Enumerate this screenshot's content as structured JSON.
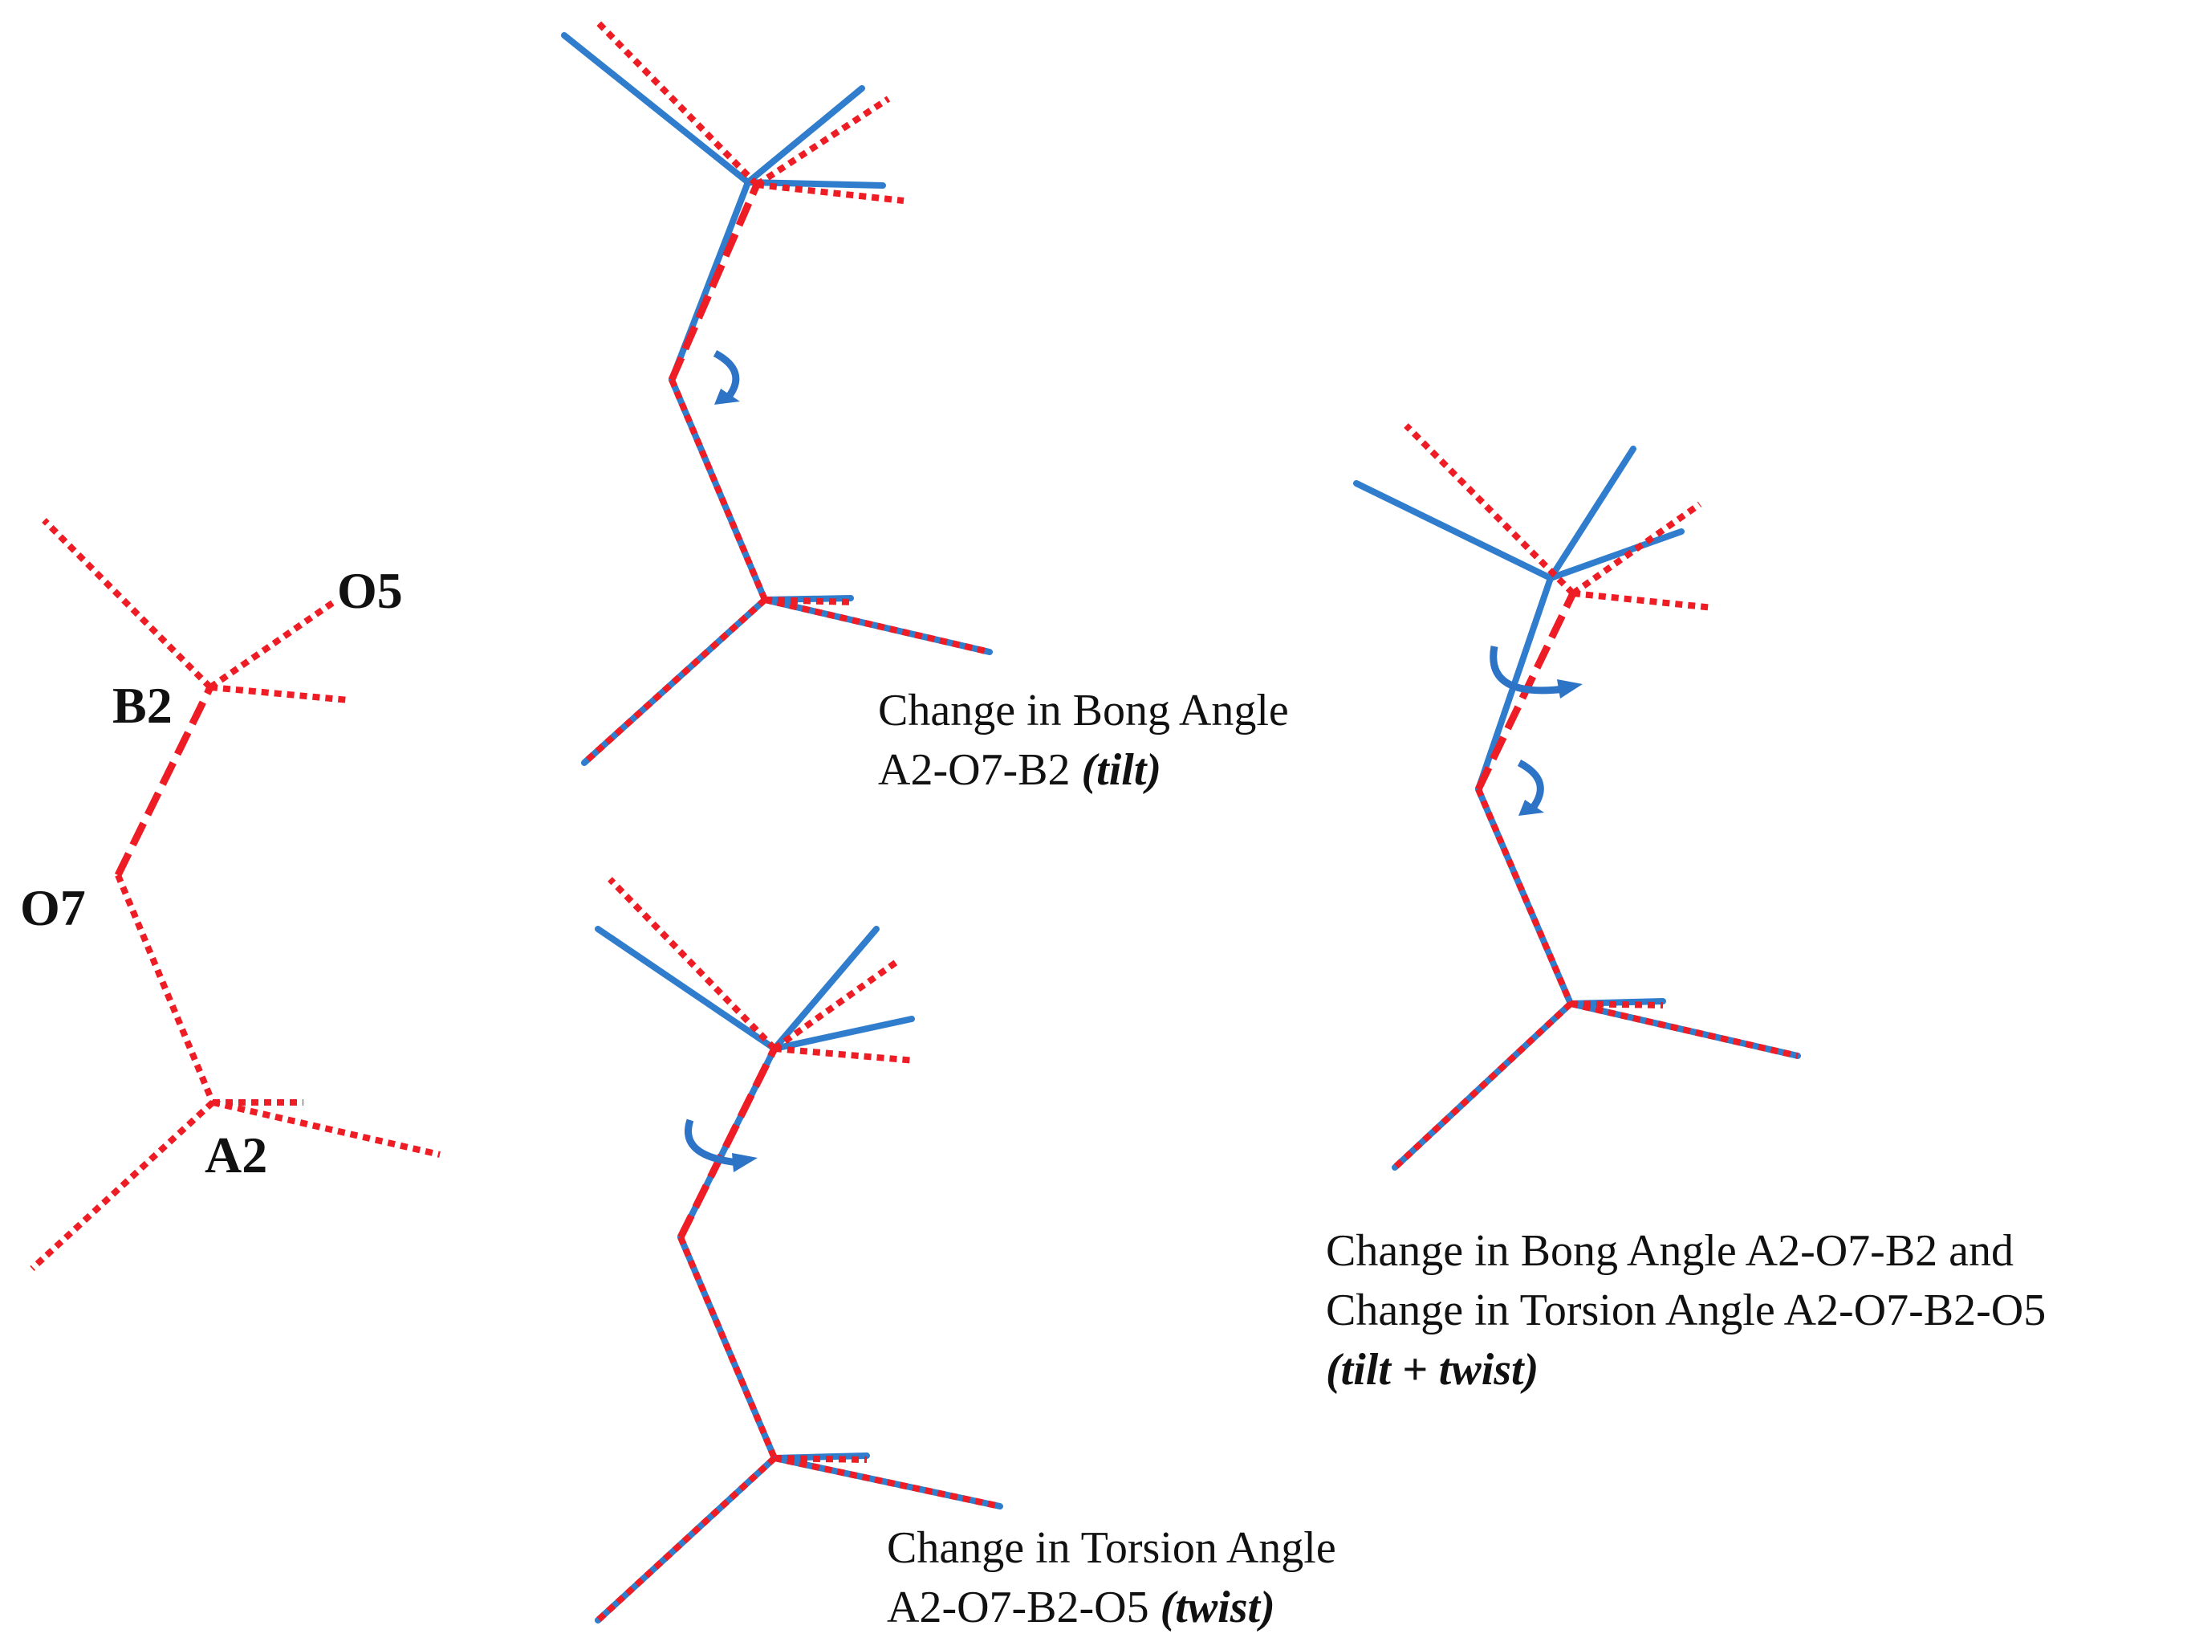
{
  "colors": {
    "reference": "#ee1c24",
    "modified": "#2f7dcc",
    "arrow": "#2e74c6",
    "text": "#111111"
  },
  "labels": {
    "b2": "B2",
    "o5": "O5",
    "o7": "O7",
    "a2": "A2"
  },
  "captions": {
    "tilt": {
      "line1": "Change in Bong Angle",
      "line2_text": "A2-O7-B2",
      "line2_emph": "(tilt)"
    },
    "twist": {
      "line1": "Change in Torsion Angle",
      "line2_text": "A2-O7-B2-O5",
      "line2_emph": "(twist)"
    },
    "tilt_twist": {
      "line1": "Change in Bong Angle A2-O7-B2 and",
      "line2": "Change in Torsion Angle A2-O7-B2-O5",
      "line3_emph": "(tilt + twist)"
    }
  },
  "icons": {
    "rotation_arrow": "curved-rotation-arrow-icon"
  }
}
